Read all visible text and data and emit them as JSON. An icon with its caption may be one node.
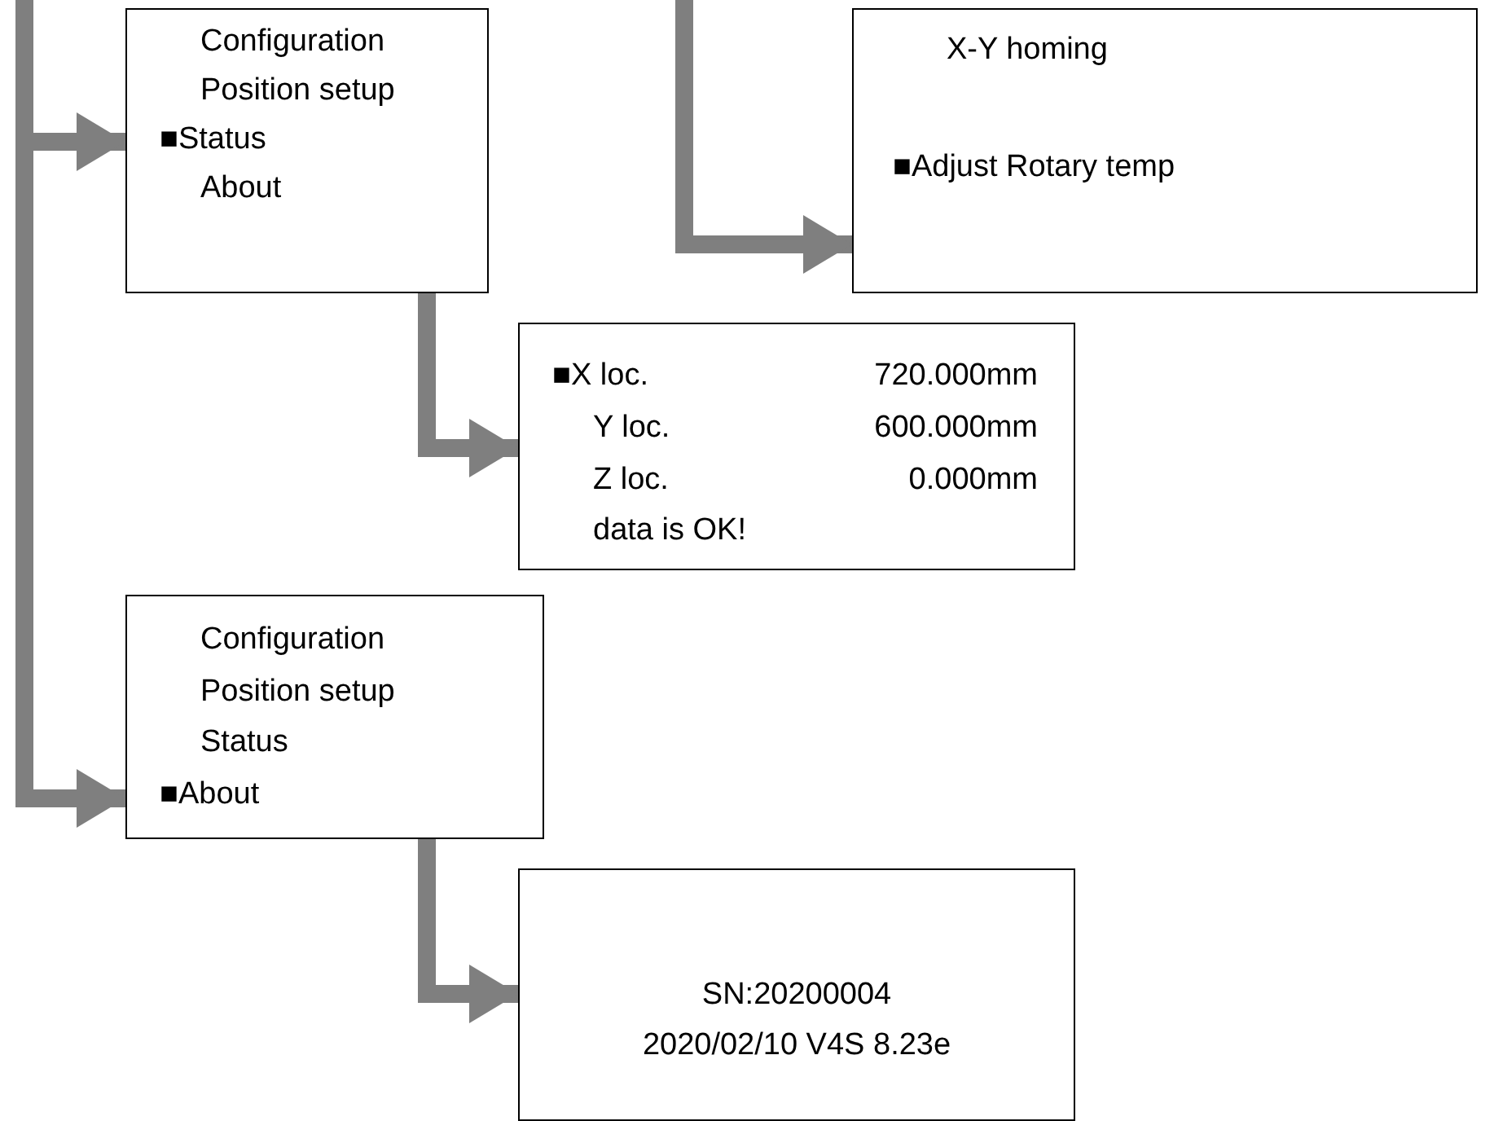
{
  "diagram": {
    "nodes": [
      {
        "text": [
          "Configuration",
          "Position setup",
          "■Status",
          "About"
        ]
      },
      {
        "text": [
          "X-Y homing",
          "■Adjust Rotary temp"
        ]
      },
      {
        "text": [
          "■X loc.",
          "720.000mm",
          "Y loc.",
          "600.000mm",
          "Z loc.",
          "0.000mm",
          "data is OK!"
        ]
      },
      {
        "text": [
          "Configuration",
          "Position setup",
          "Status",
          "■About"
        ]
      },
      {
        "text": [
          "SN:20200004",
          "2020/02/10 V4S 8.23e"
        ]
      }
    ],
    "edges": [
      {
        "from": null,
        "to": 0,
        "arrow": "to"
      },
      {
        "from": null,
        "to": 3,
        "arrow": "to"
      },
      {
        "from": null,
        "to": 1,
        "arrow": "to"
      },
      {
        "from": 0,
        "to": 2,
        "arrow": "to"
      },
      {
        "from": 3,
        "to": 4,
        "arrow": "to"
      }
    ]
  }
}
